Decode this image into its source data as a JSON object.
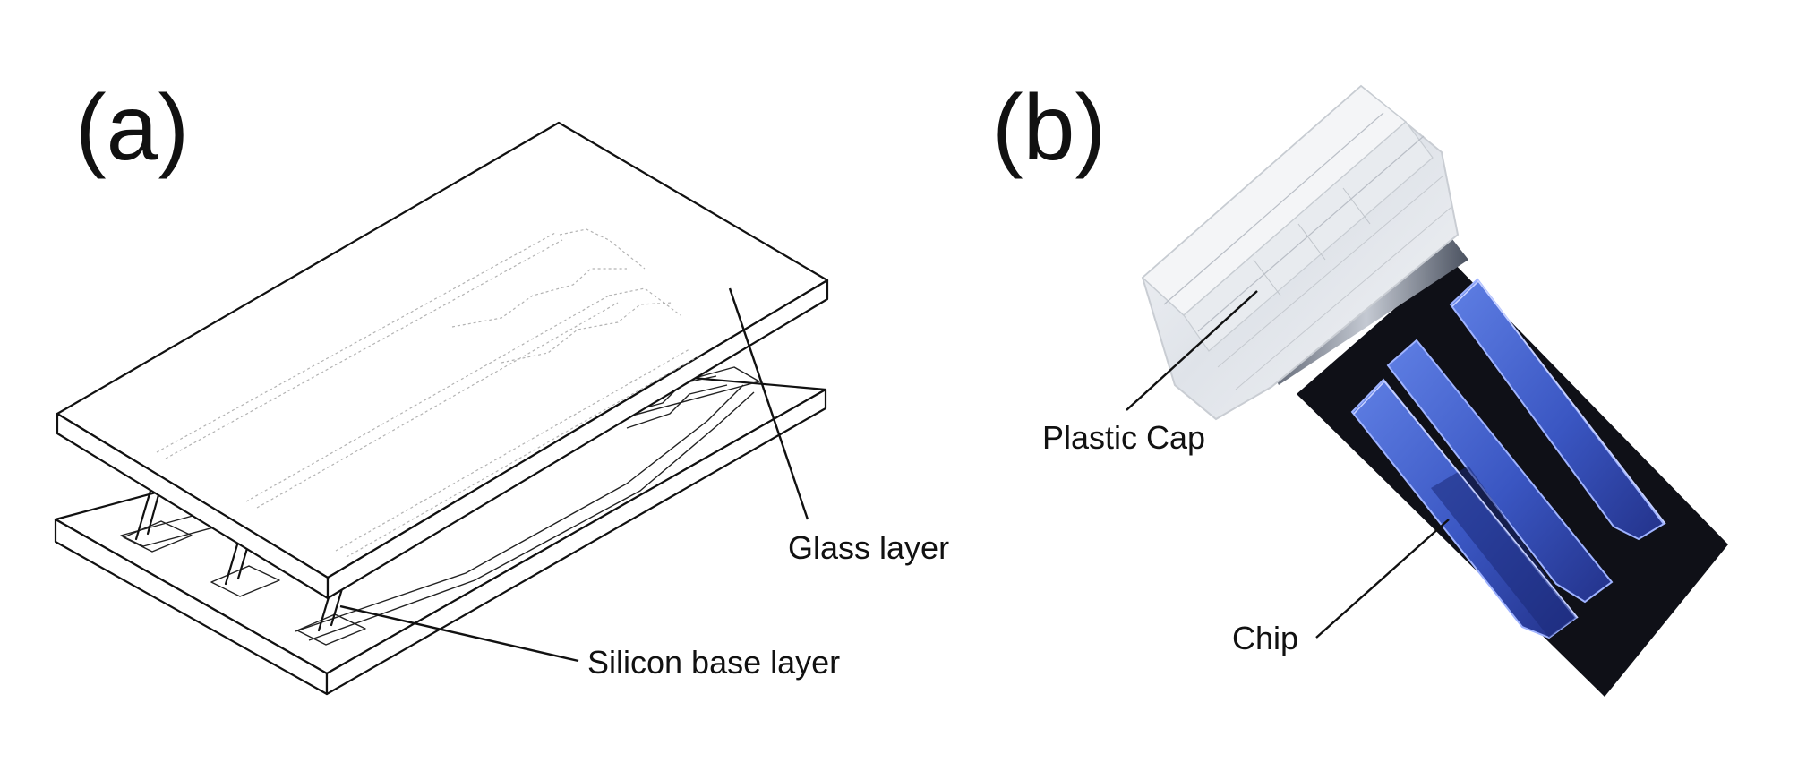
{
  "panels": {
    "a": {
      "label": "(a)",
      "callouts": {
        "glass": "Glass layer",
        "silicon": "Silicon base layer"
      }
    },
    "b": {
      "label": "(b)",
      "callouts": {
        "cap": "Plastic Cap",
        "chip": "Chip"
      }
    }
  },
  "colors": {
    "chip_base": "#101018",
    "channel_blue": "#3f5fc8",
    "cap_plastic": "#e6e9ee"
  }
}
